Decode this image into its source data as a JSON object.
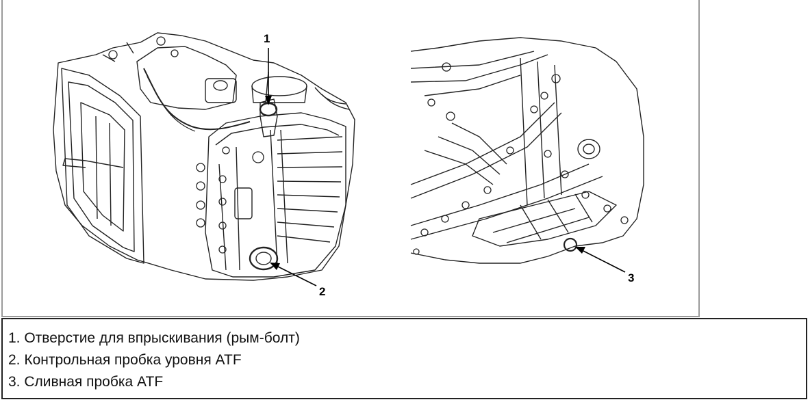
{
  "diagram": {
    "callouts": [
      {
        "number": "1"
      },
      {
        "number": "2"
      },
      {
        "number": "3"
      }
    ],
    "legend": [
      "1. Отверстие для впрыскивания (рым-болт)",
      "2. Контрольная пробка уровня ATF",
      "3. Сливная пробка ATF"
    ]
  }
}
